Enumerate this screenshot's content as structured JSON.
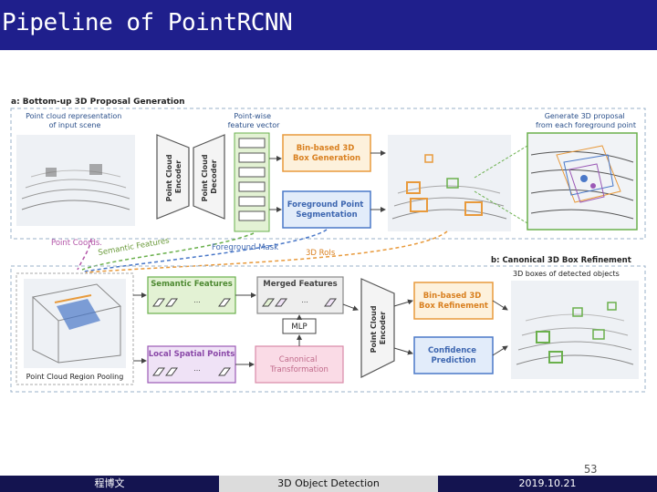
{
  "slide": {
    "title": "Pipeline of PointRCNN",
    "page_number": "53"
  },
  "footer": {
    "author": "程博文",
    "topic": "3D Object Detection",
    "date": "2019.10.21"
  },
  "diagram": {
    "stage_a": {
      "header": "a: Bottom-up 3D Proposal Generation",
      "point_cloud_label": [
        "Point cloud representation",
        "of input scene"
      ],
      "encoder": [
        "Point Cloud",
        "Encoder"
      ],
      "decoder": [
        "Point Cloud",
        "Decoder"
      ],
      "pointwise_label": [
        "Point-wise",
        "feature vector"
      ],
      "bin_box": [
        "Bin-based 3D",
        "Box Generation"
      ],
      "fg_seg": [
        "Foreground Point",
        "Segmentation"
      ],
      "generate_label": [
        "Generate 3D proposal",
        "from each foreground point"
      ]
    },
    "arrows": {
      "point_coords": "Point Coords.",
      "semantic_features": "Semantic Features",
      "foreground_mask": "Foreground Mask",
      "rois": "3D RoIs"
    },
    "stage_b": {
      "header": "b: Canonical 3D Box Refinement",
      "detected_label": "3D boxes of detected objects",
      "pooling_label": "Point Cloud Region Pooling",
      "semantic": "Semantic Features",
      "merged": "Merged Features",
      "local": "Local Spatial Points",
      "canonical": [
        "Canonical",
        "Transformation"
      ],
      "mlp": "MLP",
      "encoder": [
        "Point Cloud",
        "Encoder"
      ],
      "bin_refine": [
        "Bin-based 3D",
        "Box Refinement"
      ],
      "confidence": [
        "Confidence",
        "Prediction"
      ],
      "ellipsis": "..."
    }
  },
  "colors": {
    "title_bar": "#1f1f8c",
    "footer_dark": "#141450",
    "orange": "#e89a3c",
    "blue": "#4a78c8",
    "green": "#6ab04c",
    "pink": "#d98aa8",
    "purple": "#9b59b6"
  }
}
